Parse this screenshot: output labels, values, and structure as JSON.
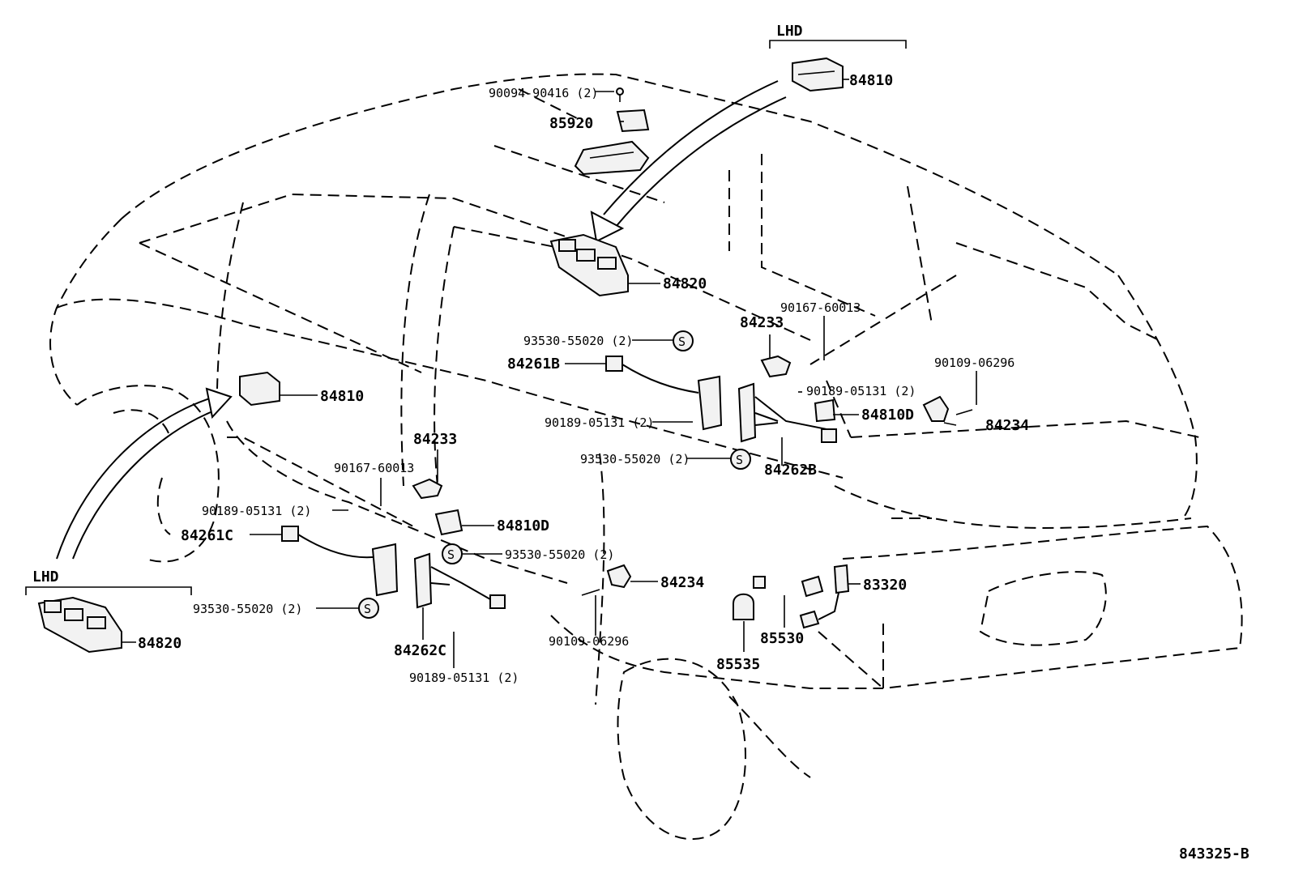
{
  "diagram": {
    "drawing_number": "843325-B",
    "lhd_labels": [
      "LHD",
      "LHD"
    ],
    "callouts": {
      "c_84810_top": "84810",
      "c_90094": "90094-90416 (2)",
      "c_85920": "85920",
      "c_84820_top": "84820",
      "c_93530_a": "93530-55020 (2)",
      "c_84233_r": "84233",
      "c_90167_r": "90167-60013",
      "c_84261b": "84261B",
      "c_90189_a": "90189-05131 (2)",
      "c_90109_r": "90109-06296",
      "c_84810d_r": "84810D",
      "c_84234_r": "84234",
      "c_90189_b": "90189-05131 (2)",
      "c_93530_b": "93530-55020 (2)",
      "c_84262b": "84262B",
      "c_84810_left": "84810",
      "c_84233_l": "84233",
      "c_90167_l": "90167-60013",
      "c_90189_c": "90189-05131 (2)",
      "c_84261c": "84261C",
      "c_84810d_l": "84810D",
      "c_93530_c": "93530-55020 (2)",
      "c_93530_d": "93530-55020 (2)",
      "c_84820_left": "84820",
      "c_84262c": "84262C",
      "c_90189_d": "90189-05131 (2)",
      "c_84234_l": "84234",
      "c_90109_l": "90109-06296",
      "c_85535": "85535",
      "c_85530": "85530",
      "c_83320": "83320"
    },
    "screw_symbol": "S"
  }
}
